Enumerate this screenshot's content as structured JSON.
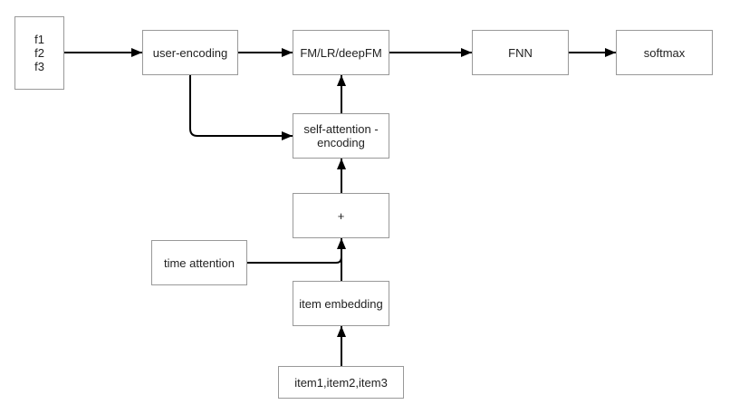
{
  "diagram": {
    "type": "flowchart",
    "background_color": "#ffffff",
    "box_border_color": "#999999",
    "box_fill_color": "#ffffff",
    "arrow_color": "#000000",
    "text_color": "#1f1f1f",
    "nodes": {
      "features_input": {
        "label": "f1\nf2\nf3"
      },
      "user_encoding": {
        "label": "user-encoding"
      },
      "fm_lr_deepfm": {
        "label": "FM/LR/deepFM"
      },
      "fnn": {
        "label": "FNN"
      },
      "softmax": {
        "label": "softmax"
      },
      "self_attention_encoding": {
        "label": "self-attention -\nencoding"
      },
      "plus": {
        "label": "+"
      },
      "time_attention": {
        "label": "time attention"
      },
      "item_embedding": {
        "label": "item embedding"
      },
      "items_input": {
        "label": "item1,item2,item3"
      }
    },
    "edges": [
      {
        "from": "features_input",
        "to": "user_encoding"
      },
      {
        "from": "user_encoding",
        "to": "fm_lr_deepfm"
      },
      {
        "from": "fm_lr_deepfm",
        "to": "fnn"
      },
      {
        "from": "fnn",
        "to": "softmax"
      },
      {
        "from": "user_encoding",
        "to": "self_attention_encoding"
      },
      {
        "from": "self_attention_encoding",
        "to": "fm_lr_deepfm"
      },
      {
        "from": "plus",
        "to": "self_attention_encoding"
      },
      {
        "from": "time_attention",
        "to": "plus"
      },
      {
        "from": "item_embedding",
        "to": "plus"
      },
      {
        "from": "items_input",
        "to": "item_embedding"
      }
    ]
  }
}
